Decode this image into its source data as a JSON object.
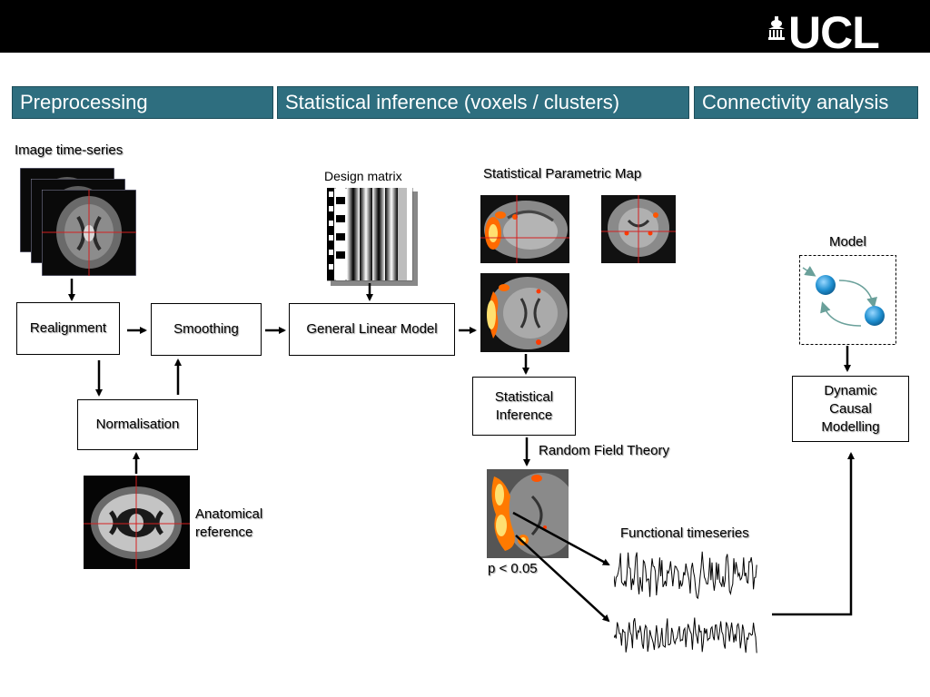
{
  "header": {
    "logo": {
      "text": "UCL"
    }
  },
  "sections": [
    {
      "label": "Preprocessing"
    },
    {
      "label": "Statistical inference (voxels / clusters)"
    },
    {
      "label": "Connectivity analysis"
    }
  ],
  "labels": {
    "image_time_series": "Image time-series",
    "design_matrix": "Design matrix",
    "spm": "Statistical Parametric Map",
    "model": "Model",
    "anatomical_reference": "Anatomical\nreference",
    "random_field_theory": "Random Field Theory",
    "functional_timeseries": "Functional timeseries",
    "p_value": "p < 0.05"
  },
  "boxes": {
    "realignment": "Realignment",
    "smoothing": "Smoothing",
    "glm": "General Linear Model",
    "normalisation": "Normalisation",
    "statistical_inference": "Statistical\nInference",
    "dcm": "Dynamic\nCausal\nModelling"
  },
  "colors": {
    "section_bg": "#2e6e7f",
    "crosshair": "#d42020",
    "activation": "#ff7a00",
    "node": "#1f8fd0"
  }
}
